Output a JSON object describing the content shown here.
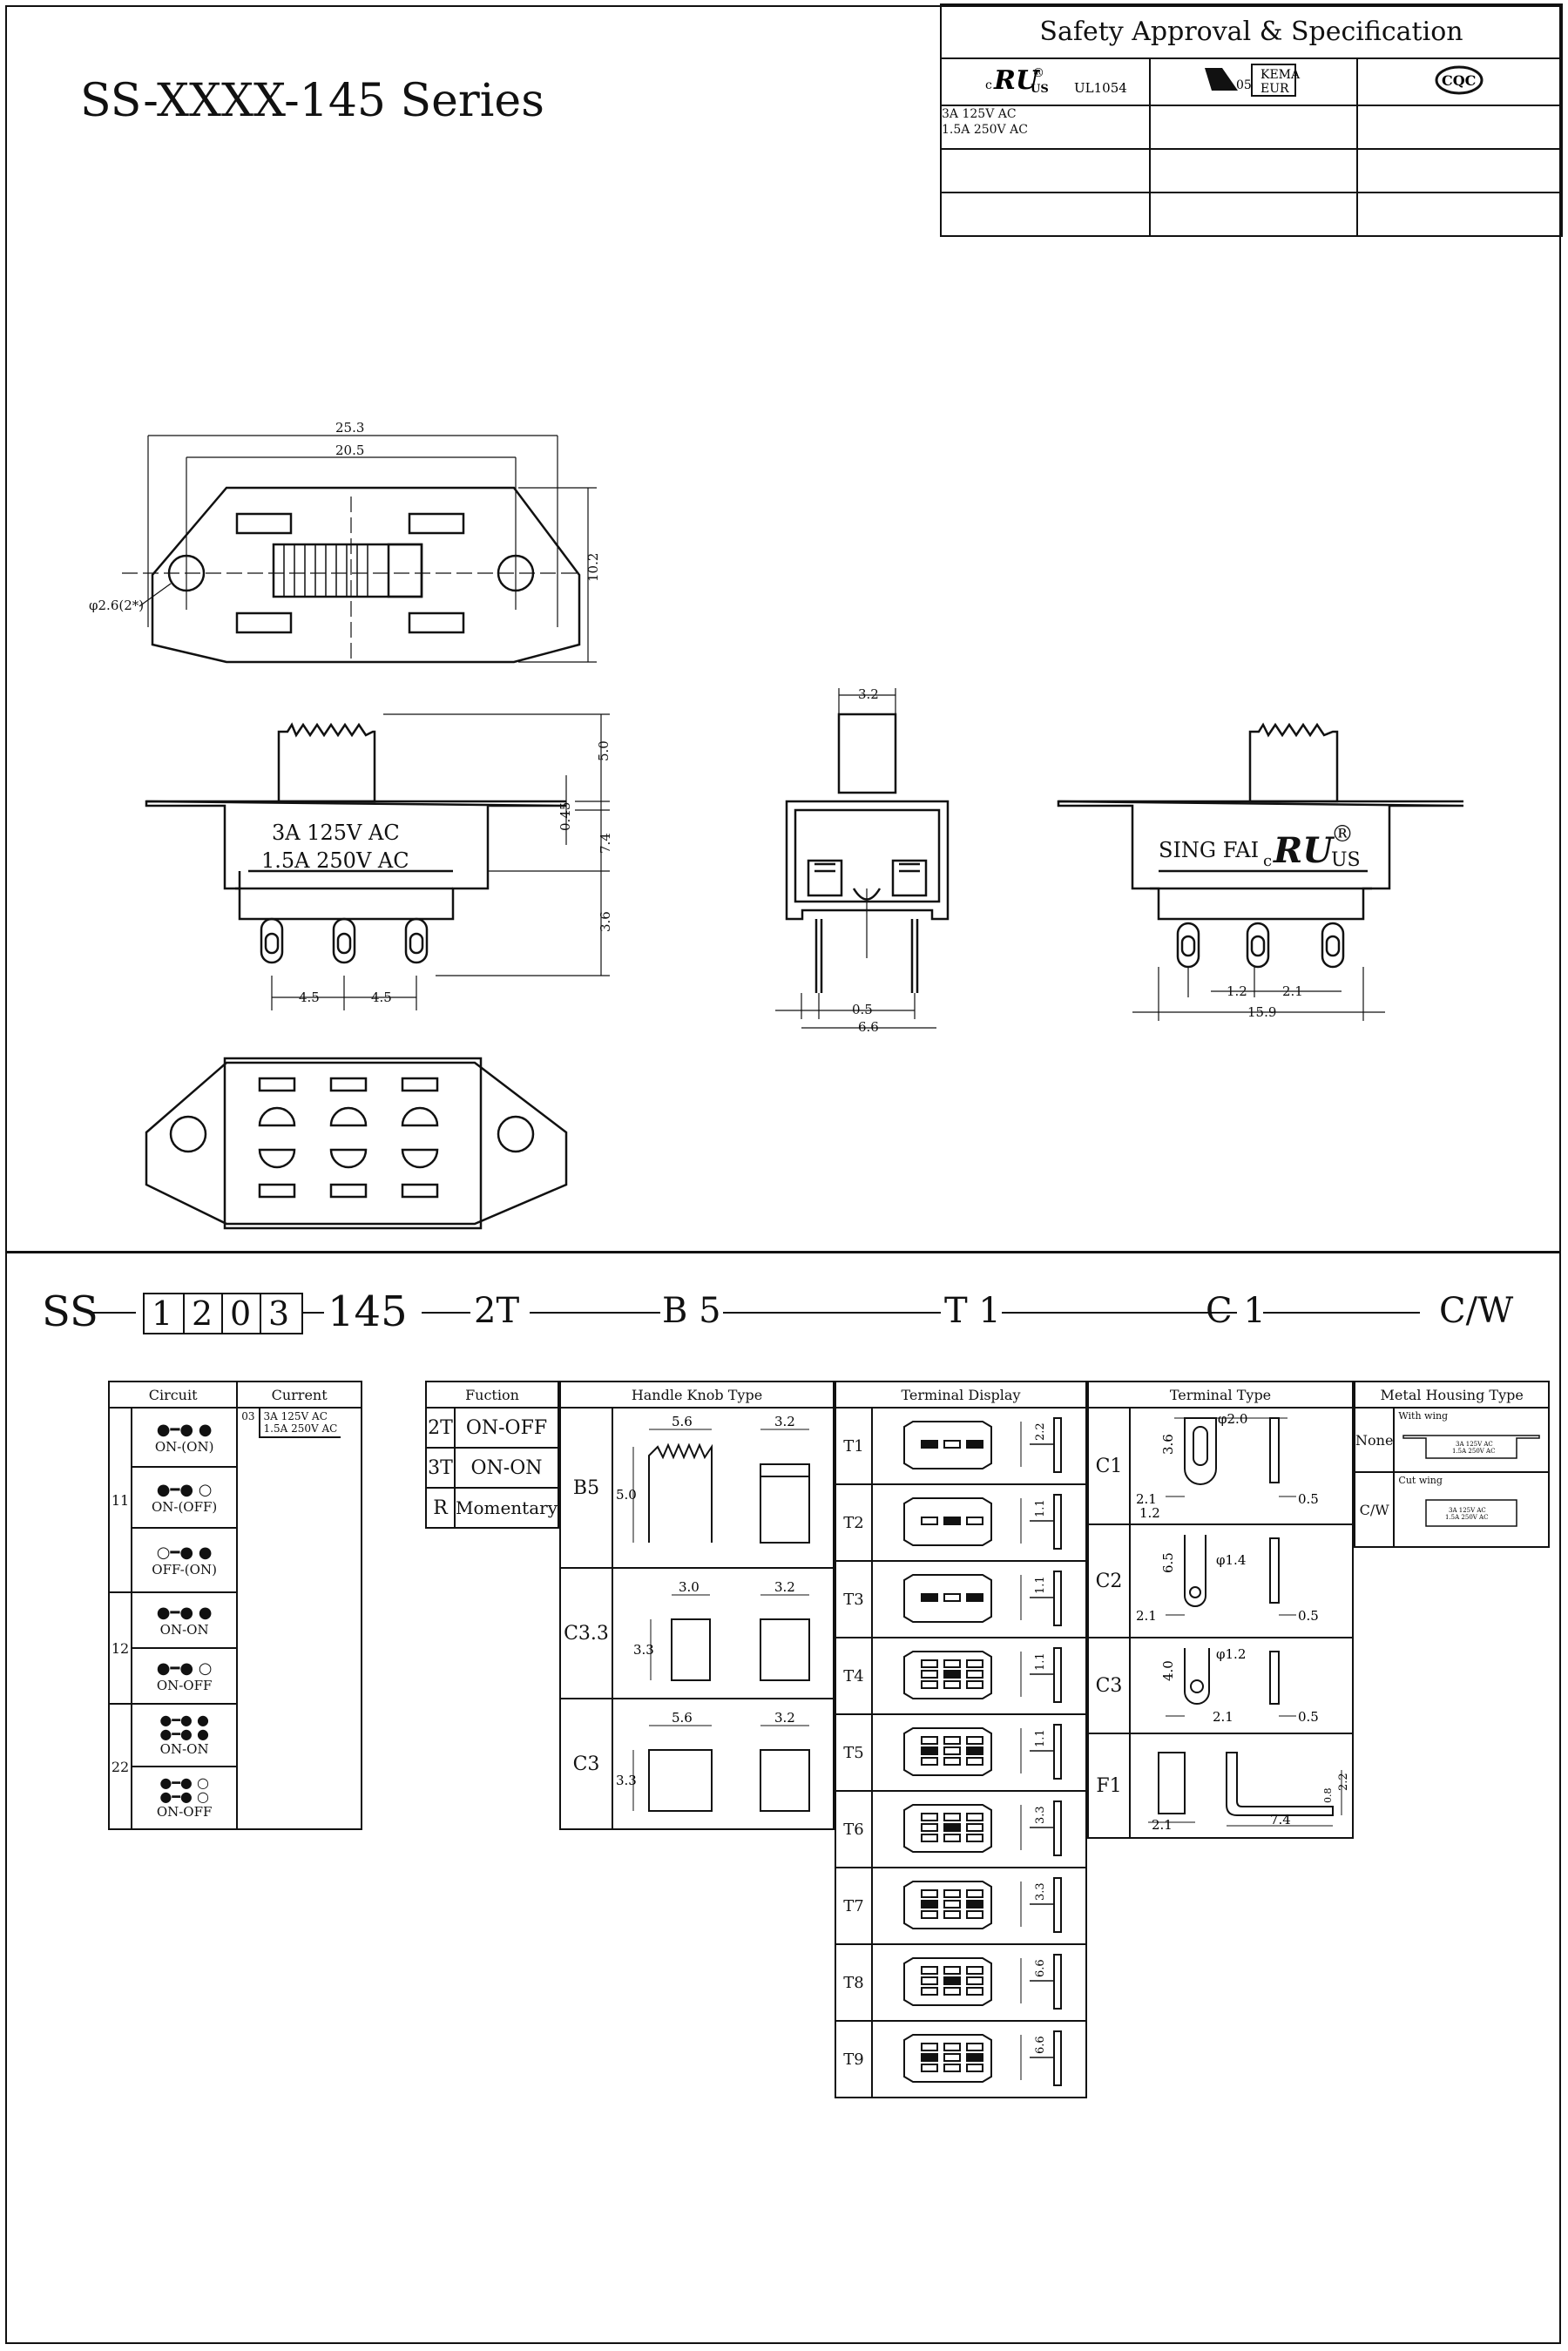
{
  "title": "SS-XXXX-145 Series",
  "approval": {
    "header": "Safety Approval & Specification",
    "ul_mark": "UL1054",
    "rating_line1": "3A 125V AC",
    "rating_line2": "1.5A 250V AC",
    "kema_text": "KEMA",
    "kema_sub": "EUR",
    "kema_num": "05",
    "cqc_text": "CQC"
  },
  "drawing": {
    "dim_25_3": "25.3",
    "dim_20_5": "20.5",
    "dim_hole": "φ2.6(2*)",
    "dim_10_2": "10.2",
    "dim_5_0": "5.0",
    "dim_0_45": "0.45",
    "dim_7_4": "7.4",
    "dim_3_6": "3.6",
    "dim_4_5a": "4.5",
    "dim_4_5b": "4.5",
    "front_label1": "3A   125V   AC",
    "front_label2": "1.5A  250V   AC",
    "dim_3_2": "3.2",
    "dim_0_5": "0.5",
    "dim_6_6": "6.6",
    "back_brand": "SING FAI",
    "back_us": "US",
    "back_c": "c",
    "dim_1_2": "1.2",
    "dim_2_1": "2.1",
    "dim_15_9": "15.9"
  },
  "partcode": {
    "prefix": "SS",
    "d1": "1",
    "d2": "2",
    "d3": "0",
    "d4": "3",
    "series": "145",
    "function": "2T",
    "knob": "B 5",
    "terminal": "T 1",
    "ttype": "C 1",
    "housing": "C/W"
  },
  "circuit_table": {
    "h_circuit": "Circuit",
    "h_current": "Current",
    "current_code": "03",
    "current_l1": "3A 125V AC",
    "current_l2": "1.5A 250V AC",
    "groups": [
      {
        "code": "11",
        "rows": [
          "ON-(ON)",
          "ON-(OFF)",
          "OFF-(ON)"
        ]
      },
      {
        "code": "12",
        "rows": [
          "ON-ON",
          "ON-OFF"
        ]
      },
      {
        "code": "22",
        "rows": [
          "ON-ON",
          "ON-OFF"
        ]
      }
    ]
  },
  "function_table": {
    "header": "Fuction",
    "rows": [
      {
        "code": "2T",
        "name": "ON-OFF"
      },
      {
        "code": "3T",
        "name": "ON-ON"
      },
      {
        "code": "R",
        "name": "Momentary"
      }
    ]
  },
  "knob_table": {
    "header": "Handle Knob Type",
    "rows": [
      {
        "code": "B5",
        "w": "5.6",
        "h": "5.0",
        "s": "3.2"
      },
      {
        "code": "C3.3",
        "w": "3.0",
        "h": "3.3",
        "s": "3.2"
      },
      {
        "code": "C3",
        "w": "5.6",
        "h": "3.3",
        "s": "3.2"
      }
    ]
  },
  "terminal_display": {
    "header": "Terminal Display",
    "rows": [
      {
        "code": "T1",
        "dim": "2.2"
      },
      {
        "code": "T2",
        "dim": "1.1"
      },
      {
        "code": "T3",
        "dim": "1.1"
      },
      {
        "code": "T4",
        "dim": "1.1"
      },
      {
        "code": "T5",
        "dim": "1.1"
      },
      {
        "code": "T6",
        "dim": "3.3"
      },
      {
        "code": "T7",
        "dim": "3.3"
      },
      {
        "code": "T8",
        "dim": "6.6"
      },
      {
        "code": "T9",
        "dim": "6.6"
      }
    ]
  },
  "terminal_type": {
    "header": "Terminal Type",
    "rows": [
      {
        "code": "C1",
        "a": "φ2.0",
        "b": "3.6",
        "c": "2.1",
        "d": "1.2",
        "e": "0.5"
      },
      {
        "code": "C2",
        "a": "φ1.4",
        "b": "6.5",
        "c": "2.1",
        "d": "",
        "e": "0.5"
      },
      {
        "code": "C3",
        "a": "φ1.2",
        "b": "4.0",
        "c": "2.1",
        "d": "",
        "e": "0.5"
      },
      {
        "code": "F1",
        "a": "2.1",
        "b": "7.4",
        "c": "2.2",
        "d": "0.8",
        "e": ""
      }
    ]
  },
  "housing_table": {
    "header": "Metal Housing Type",
    "rows": [
      {
        "code": "None",
        "label": "With wing",
        "r1": "3A 125V AC",
        "r2": "1.5A 250V AC"
      },
      {
        "code": "C/W",
        "label": "Cut wing",
        "r1": "3A 125V AC",
        "r2": "1.5A 250V AC"
      }
    ]
  }
}
